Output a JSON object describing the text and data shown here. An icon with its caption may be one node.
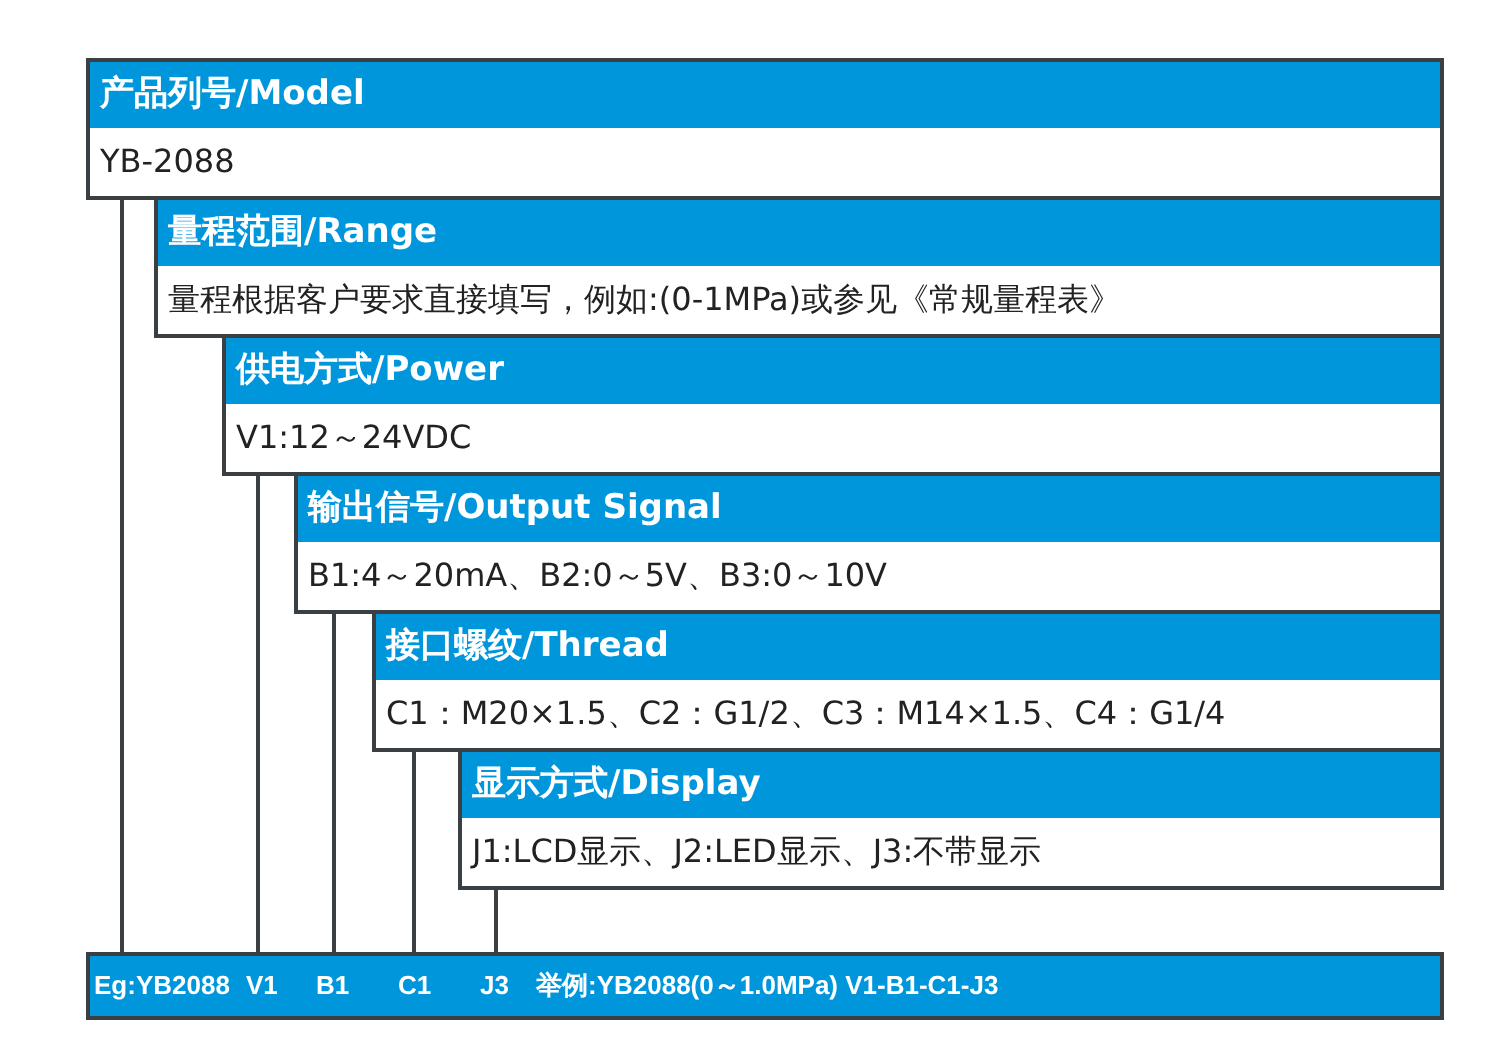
{
  "diagram": {
    "nodes": [
      {
        "text": [
          "产品列号/Model",
          "YB-2088"
        ]
      },
      {
        "text": [
          "量程范围/Range",
          "量程根据客户要求直接填写，例如:(0-1MPa)或参见《常规量程表》"
        ]
      },
      {
        "text": [
          "供电方式/Power",
          "V1:12～24VDC"
        ]
      },
      {
        "text": [
          "输出信号/Output Signal",
          "B1:4～20mA、B2:0～5V、B3:0～10V"
        ]
      },
      {
        "text": [
          "接口螺纹/Thread",
          "C1：M20×1.5、C2：G1/2、C3：M14×1.5、C4：G1/4"
        ]
      },
      {
        "text": [
          "显示方式/Display",
          "J1:LCD显示、J2:LED显示、J3:不带显示"
        ]
      },
      {
        "text": [],
        "shape": "bar"
      },
      {
        "text": [
          "Eg:YB2088"
        ],
        "in": 6
      },
      {
        "text": [
          "V1"
        ],
        "in": 6
      },
      {
        "text": [
          "B1"
        ],
        "in": 6
      },
      {
        "text": [
          "C1"
        ],
        "in": 6
      },
      {
        "text": [
          "J3"
        ],
        "in": 6
      }
    ],
    "edges": [
      {
        "from": 0,
        "to": 7,
        "arrow": "none"
      },
      {
        "from": 2,
        "to": 8,
        "arrow": "none"
      },
      {
        "from": 3,
        "to": 9,
        "arrow": "none"
      },
      {
        "from": 4,
        "to": 10,
        "arrow": "none"
      },
      {
        "from": 5,
        "to": 11,
        "arrow": "none"
      }
    ],
    "labels": [
      "举例:YB2088(0～1.0MPa) V1-B1-C1-J3"
    ]
  }
}
